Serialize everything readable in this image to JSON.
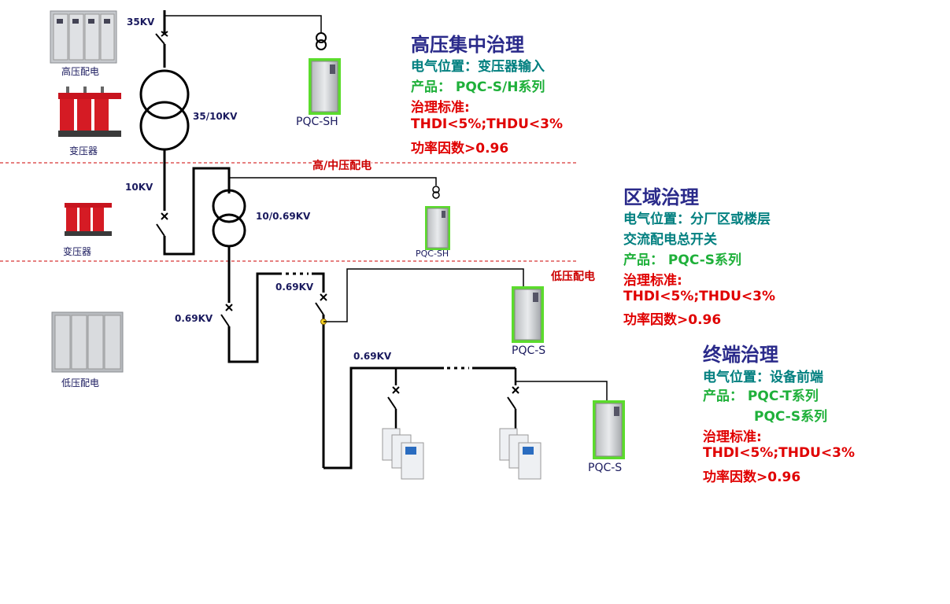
{
  "voltages": {
    "v35": "35KV",
    "t1_ratio": "35/10KV",
    "v10": "10KV",
    "t2_ratio": "10/0.69KV",
    "v069_left": "0.69KV",
    "v069_mid": "0.69KV",
    "v069_bus": "0.69KV"
  },
  "zones": {
    "high_mid": "高/中压配电",
    "low": "低压配电"
  },
  "equipment": {
    "hv_switchgear": "高压配电",
    "transformer_1": "变压器",
    "transformer_2": "变压器",
    "lv_switchgear": "低压配电"
  },
  "devices": {
    "pqc_sh_1": "PQC-SH",
    "pqc_sh_2": "PQC-SH",
    "pqc_s_1": "PQC-S",
    "pqc_s_2": "PQC-S",
    "bus_ellipsis": "……"
  },
  "sections": {
    "high": {
      "title": "高压集中治理",
      "position": "电气位置：变压器输入",
      "product": "产品：  PQC-S/H系列",
      "standard": "治理标准:",
      "thd": "THDI<5%;THDU<3%",
      "pf": "功率因数>0.96"
    },
    "area": {
      "title": "区域治理",
      "position": "电气位置：分厂区或楼层",
      "position2": "交流配电总开关",
      "product": "产品：  PQC-S系列",
      "standard": "治理标准:",
      "thd": "THDI<5%;THDU<3%",
      "pf": "功率因数>0.96"
    },
    "terminal": {
      "title": "终端治理",
      "position": "电气位置：设备前端",
      "product": "产品：  PQC-T系列",
      "product2": "PQC-S系列",
      "standard": "治理标准:",
      "thd": "THDI<5%;THDU<3%",
      "pf": "功率因数>0.96"
    }
  },
  "colors": {
    "line": "#000000",
    "zone_divider": "#cc0000",
    "pqc_border": "#5bdc2c",
    "title": "#2a2a8a",
    "teal": "#007f7f",
    "green": "#1fb03a",
    "red": "#e00000"
  }
}
